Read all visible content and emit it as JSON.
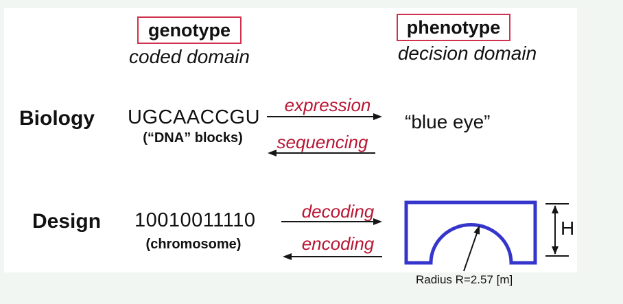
{
  "palette": {
    "background": "#f1f6f2",
    "panel": "#ffffff",
    "header_box_border": "#d0314c",
    "transform_label_red": "#b81634",
    "bridge_blue": "#3535cc",
    "text": "#111111"
  },
  "headers": {
    "genotype": {
      "label": "genotype",
      "sublabel": "coded domain"
    },
    "phenotype": {
      "label": "phenotype",
      "sublabel": "decision domain"
    }
  },
  "rows": [
    {
      "name": "Biology",
      "code": "UGCAACCGU",
      "code_note": "(“DNA” blocks)",
      "forward_label": "expression",
      "backward_label": "sequencing",
      "result": "“blue eye”"
    },
    {
      "name": "Design",
      "code": "10010011110",
      "code_note": "(chromosome)",
      "forward_label": "decoding",
      "backward_label": "encoding"
    }
  ],
  "figure": {
    "height_label": "H",
    "radius_label": "Radius R=2.57 [m]"
  }
}
